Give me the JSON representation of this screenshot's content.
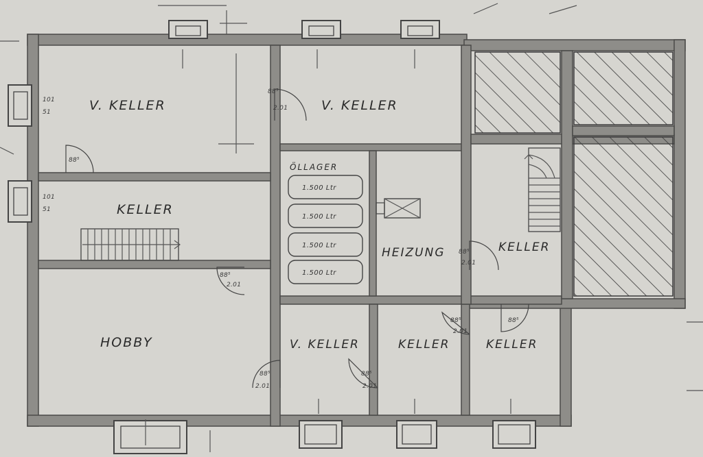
{
  "rooms": {
    "v_keller_1": "V. KELLER",
    "v_keller_2": "V. KELLER",
    "keller_west": "KELLER",
    "hobby": "HOBBY",
    "oellager": "ÖLLAGER",
    "heizung": "HEIZUNG",
    "keller_stair": "KELLER",
    "v_keller_3": "V. KELLER",
    "keller_south_1": "KELLER",
    "keller_south_2": "KELLER"
  },
  "tanks": [
    "1.500 Ltr",
    "1.500 Ltr",
    "1.500 Ltr",
    "1.500 Ltr"
  ],
  "door_labels": {
    "d1": "88⁵",
    "d1b": "2.01",
    "d2": "88⁵",
    "d3": "88⁵",
    "d3b": "2.01",
    "d4": "88⁵",
    "d4b": "2.01",
    "d5": "88⁵",
    "d5b": "2.01",
    "d6": "88⁵",
    "d6b": "2.01",
    "d7": "88⁵",
    "d7b": "2.01",
    "d8": "88⁵"
  },
  "window_labels": {
    "w_left_1": "101",
    "w_left_1b": "51",
    "w_left_2": "101",
    "w_left_2b": "51"
  }
}
